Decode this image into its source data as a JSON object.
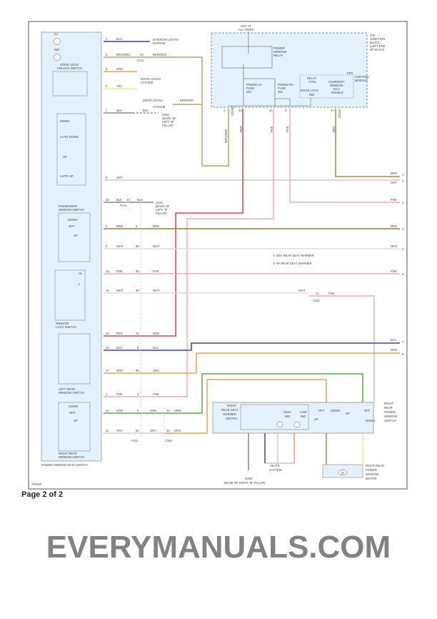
{
  "diagram": {
    "hot": [
      "HOT AT",
      "ALL TIMES"
    ],
    "junction": [
      "IOD",
      "JUNCTION",
      "BLOCK",
      "(LEFT END",
      "OF DASH)"
    ],
    "relay": [
      "POWER",
      "WINDOW",
      "RELAY"
    ],
    "fuse_lh": [
      "P/WDW LH",
      "FUSE",
      "25A"
    ],
    "fuse_rh": [
      "P/WDW RH",
      "FUSE",
      "25A"
    ],
    "relay_ctrl": [
      "RELAY",
      "CTRL"
    ],
    "door_lock_ind": [
      "DOOR LOCK",
      "IND"
    ],
    "sunroof": [
      "SUNROOF/",
      "WINDOW",
      "ECU",
      "ENABLE"
    ],
    "tipm": [
      "TIPS",
      "CONTROL",
      "MODULE"
    ],
    "jb_pins": [
      {
        "pin": "1",
        "conn": "C203C",
        "color": "BRN/ORG"
      },
      {
        "pin": "30",
        "color": "RED"
      },
      {
        "pin": "21",
        "color": "PNK"
      },
      {
        "pin": "3",
        "color": "PNK"
      },
      {
        "pin": "47",
        "conn": "C203A",
        "color": "BRN"
      }
    ],
    "main_switch": "POWER WINDOW MAIN SWITCH",
    "il": "ILL",
    "ind": "IND",
    "door_lock_switch": [
      "DOOR LOCK/",
      "UNLOCK SWITCH"
    ],
    "driver_positions": [
      "DOWN",
      "AUTO DOWN",
      "UP",
      "AUTO UP"
    ],
    "passenger_switch": [
      "PASSENGER",
      "WINDOW SWITCH"
    ],
    "window_lock_switch": [
      "WINDOW",
      "LOCK SWITCH"
    ],
    "left_rear_switch": [
      "LEFT REAR",
      "WINDOW SWITCH"
    ],
    "right_rear_switch": [
      "RIGHT REAR",
      "WINDOW SWITCH"
    ],
    "sw_positions": [
      "DOWN",
      "OFF",
      "UP"
    ],
    "lock_positions": [
      "UL",
      "L"
    ],
    "interior_lights": [
      "INTERIOR LIGHTS",
      "SYSTEM"
    ],
    "door_locks": [
      "DOOR LOCKS",
      "SYSTEM"
    ],
    "g201": [
      "G201",
      "(BASE OF",
      "LEFT \"B\"",
      "PILLAR)"
    ],
    "g203": [
      "G203",
      "(BASE OF RIGHT \"B\" PILLAR)"
    ],
    "connectors": {
      "f211": "F211",
      "c261": "C261",
      "c262": "C262"
    },
    "wires": [
      {
        "pin": "4",
        "color": "BLU"
      },
      {
        "pin": "8",
        "color": "BRN/ORG",
        "cpin": "23",
        "color2": "BRN/ORG"
      },
      {
        "pin": "5",
        "color": "ORG"
      },
      {
        "pin": "6",
        "color": "YEL"
      },
      {
        "pin": "7",
        "color": "BLK",
        "color2": "BLK"
      },
      {
        "pin": "9",
        "color": "GRY"
      },
      {
        "pin": "10",
        "color": "BLK",
        "cpin": "10",
        "color2": "BLK"
      },
      {
        "pin": "2",
        "color": "BRN",
        "cpin": "6",
        "color2": "BRN"
      },
      {
        "pin": "3",
        "color": "WHT",
        "cpin": "50",
        "color2": "WHT"
      },
      {
        "pin": "13",
        "color": "PNK",
        "cpin": "49",
        "color2": "PNK"
      },
      {
        "pin": "15",
        "color": "WHT",
        "cpin": "48",
        "color2": "WHT",
        "cpin2": "14",
        "color3": "PNK"
      },
      {
        "pin": "16",
        "color": "RED",
        "cpin": "25",
        "color2": "RED"
      },
      {
        "pin": "14",
        "color": "BLU",
        "cpin": "9",
        "color2": "BLU"
      },
      {
        "pin": "17",
        "color": "ORG",
        "cpin": "98",
        "color2": "ORG"
      },
      {
        "pin": "1",
        "color": "PNK",
        "cpin": "3",
        "color2": "PNK"
      },
      {
        "pin": "12",
        "color": "GRN",
        "cpin": "5",
        "color2": "GRN",
        "cpin2": "21",
        "color3": "GRN"
      },
      {
        "pin": "11",
        "color": "GRY",
        "cpin": "52",
        "color2": "GRY",
        "cpin2": "13",
        "color3": "ORG"
      }
    ],
    "right_outputs": [
      {
        "n": "1",
        "c": "BRN"
      },
      {
        "n": "2",
        "c": "GRY"
      },
      {
        "n": "3",
        "c": "PNK"
      },
      {
        "n": "4",
        "c": "BRN"
      },
      {
        "n": "5",
        "c": "WHT"
      },
      {
        "n": "6",
        "c": "PNK"
      },
      {
        "n": "7",
        "c": "BLU"
      },
      {
        "n": "8",
        "c": "ORG"
      }
    ],
    "notes": [
      "① W/O REAR SEAT WARMER",
      "② W/ REAR SEAT WARMER"
    ],
    "seat_warmer": [
      "RIGHT",
      "REAR SEAT",
      "WARMER",
      "SWITCH"
    ],
    "high_ind": [
      "HIGH",
      "IND"
    ],
    "low_ind": [
      "LOW",
      "IND"
    ],
    "seats": [
      "SEATS",
      "SYSTEM"
    ],
    "rr_switch": [
      "RIGHT",
      "REAR",
      "POWER",
      "WINDOW",
      "SWITCH"
    ],
    "rr_motor": [
      "RIGHT REAR",
      "POWER",
      "WINDOW",
      "MOTOR"
    ],
    "rr_labels": [
      "OFF",
      "DOWN",
      "UP",
      "OFF",
      "UP",
      "DOWN"
    ],
    "motor_symbol": "M",
    "figure_id": "797520"
  },
  "watermark": "EVERYMANUALS.COM",
  "footer": {
    "page": "Page 2 of 2"
  },
  "colors": {
    "blu": "#3a3ad0",
    "brnorg": "#c8a060",
    "org": "#f0a050",
    "yel": "#f4f080",
    "red": "#e84040",
    "pnk": "#f5a8b8",
    "brn": "#a08030",
    "grn": "#50b040",
    "gry": "#c8c8c8",
    "blk": "#777",
    "panel": "#e2f1fb"
  }
}
